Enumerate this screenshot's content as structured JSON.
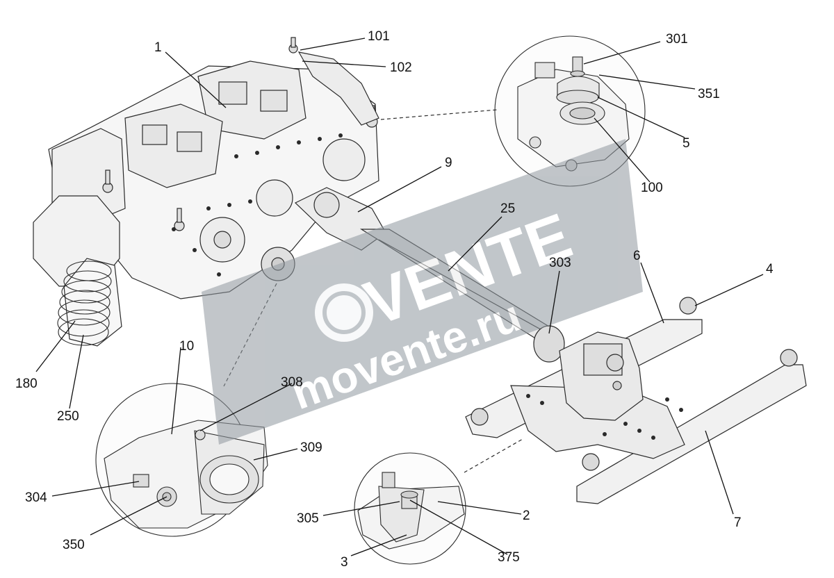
{
  "diagram": {
    "callouts": [
      {
        "id": "c1",
        "label": "1"
      },
      {
        "id": "c101",
        "label": "101"
      },
      {
        "id": "c102",
        "label": "102"
      },
      {
        "id": "c301",
        "label": "301"
      },
      {
        "id": "c351",
        "label": "351"
      },
      {
        "id": "c5",
        "label": "5"
      },
      {
        "id": "c100",
        "label": "100"
      },
      {
        "id": "c9",
        "label": "9"
      },
      {
        "id": "c25",
        "label": "25"
      },
      {
        "id": "c303",
        "label": "303"
      },
      {
        "id": "c6",
        "label": "6"
      },
      {
        "id": "c4",
        "label": "4"
      },
      {
        "id": "c10",
        "label": "10"
      },
      {
        "id": "c308",
        "label": "308"
      },
      {
        "id": "c309",
        "label": "309"
      },
      {
        "id": "c304",
        "label": "304"
      },
      {
        "id": "c350",
        "label": "350"
      },
      {
        "id": "c180",
        "label": "180"
      },
      {
        "id": "c250",
        "label": "250"
      },
      {
        "id": "c305",
        "label": "305"
      },
      {
        "id": "c2",
        "label": "2"
      },
      {
        "id": "c3",
        "label": "3"
      },
      {
        "id": "c375",
        "label": "375"
      },
      {
        "id": "c7",
        "label": "7"
      }
    ]
  },
  "watermark": {
    "brand": "VENTE",
    "url": "movente.ru",
    "color": "#9aa3ab"
  },
  "colors": {
    "line": "#2a2a2a",
    "light_line": "#8a8a8a",
    "fill": "#f2f2f2"
  }
}
